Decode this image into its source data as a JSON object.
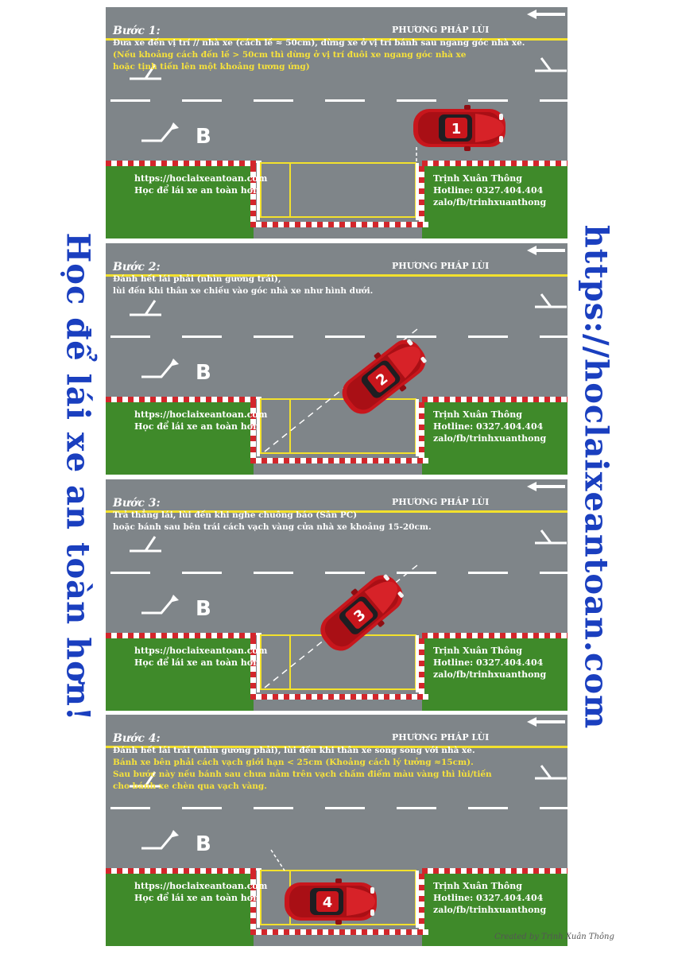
{
  "side": {
    "left": "Học để lái xe an toàn hơn!",
    "right": "https://hoclaixeantoan.com"
  },
  "common": {
    "method": "PHƯƠNG PHÁP LÙI",
    "web": "https://hoclaixeantoan.com",
    "slogan": "Học để lái xe an toàn hơn",
    "author": "Trịnh Xuân Thông",
    "hotline": "Hotline: 0327.404.404",
    "social": "zalo/fb/trinhxuanthong",
    "garage_letter": "B"
  },
  "panels": [
    {
      "title": "Bước 1:",
      "lines": [
        {
          "text": "Đưa xe đến vị trí // nhà xe (cách lề ≈ 50cm),  dừng xe ở vị trí bánh sau ngang góc nhà xe.",
          "color": "white"
        },
        {
          "text": "(Nếu khoảng cách đến lề > 50cm thì dừng ở vị trí đuôi xe ngang góc nhà xe",
          "color": "yellow"
        },
        {
          "text": "hoặc tịnh tiến lên một khoảng tương ứng)",
          "color": "yellow"
        }
      ],
      "car_number": "1"
    },
    {
      "title": "Bước 2:",
      "lines": [
        {
          "text": "Đánh hết lái phải (nhìn gương trái),",
          "color": "white"
        },
        {
          "text": "lùi đến khi thân xe chiếu vào góc nhà xe như hình dưới.",
          "color": "white"
        }
      ],
      "car_number": "2"
    },
    {
      "title": "Bước 3:",
      "lines": [
        {
          "text": "Trả thẳng lái, lùi đến khi nghe chuông báo (Sân PC)",
          "color": "white"
        },
        {
          "text": "hoặc bánh sau bên trái cách vạch vàng cửa nhà xe khoảng 15-20cm.",
          "color": "white"
        }
      ],
      "car_number": "3"
    },
    {
      "title": "Bước 4:",
      "lines": [
        {
          "text": "Đánh hết lái trái (nhìn gương phải), lùi đến khi thân xe song song với nhà xe.",
          "color": "white"
        },
        {
          "text": "Bánh xe bên phải cách vạch giới hạn < 25cm (Khoảng cách lý tưởng ≈15cm).",
          "color": "yellow"
        },
        {
          "text": "Sau bước này nếu bánh sau chưa nằm trên vạch chấm điểm màu vàng thì lùi/tiến",
          "color": "yellow"
        },
        {
          "text": "cho bánh xe chèn qua vạch vàng.",
          "color": "yellow"
        }
      ],
      "car_number": "4"
    }
  ],
  "credit": "Created by Trịnh Xuân Thông",
  "colors": {
    "road": "#7f8589",
    "grass": "#3f8a2a",
    "yellow_line": "#f3e12c",
    "curb_red": "#d3262b",
    "car": "#c8161c",
    "side_text": "#1a3fbf"
  }
}
